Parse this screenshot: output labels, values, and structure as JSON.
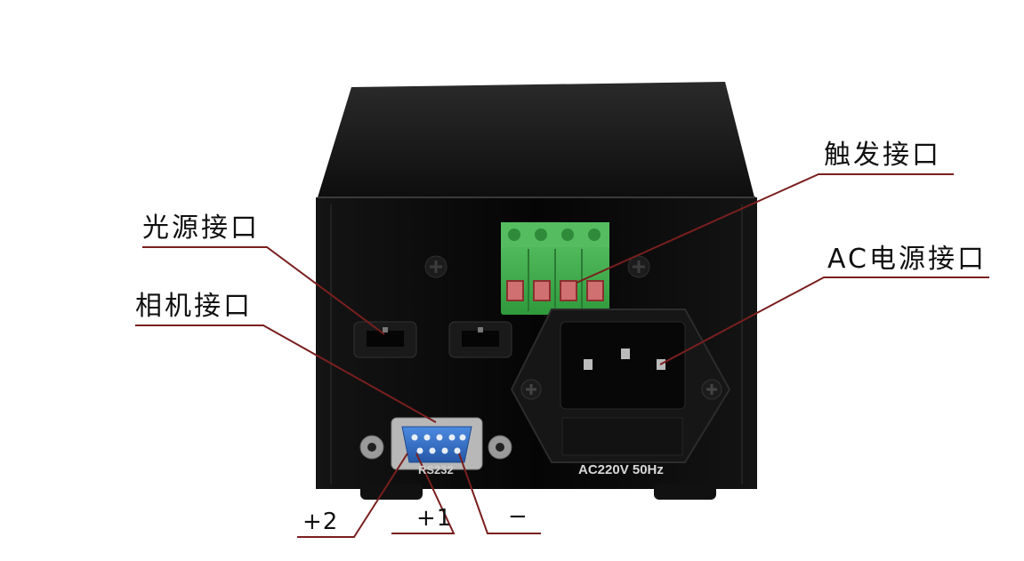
{
  "callouts": {
    "trigger_port": "触发接口",
    "light_source_port": "光源接口",
    "ac_power_port": "AC电源接口",
    "camera_port": "相机接口",
    "pin_plus2": "+2",
    "pin_plus1": "+1",
    "pin_minus": "−"
  },
  "panel_text": {
    "serial_port_label": "RS232",
    "power_rating_label": "AC220V 50Hz"
  },
  "colors": {
    "background": "#ffffff",
    "enclosure": "#0c0c0c",
    "terminal_block": "#3fae4a",
    "db9_connector": "#2f6ec8",
    "leader_line": "#7a1f1f"
  }
}
